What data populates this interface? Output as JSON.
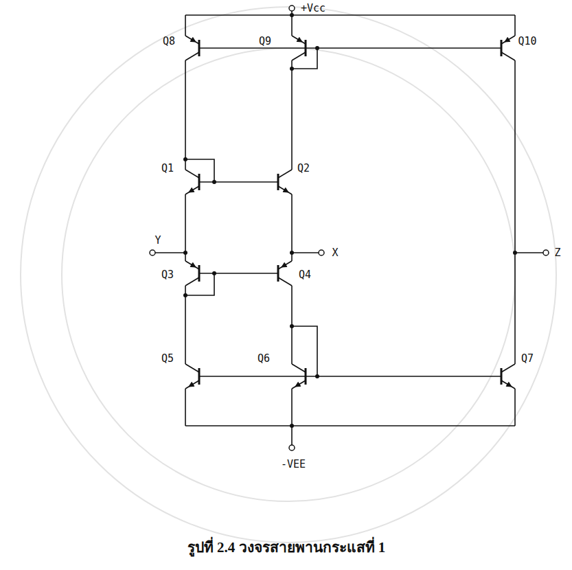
{
  "diagram": {
    "caption": "รูปที่ 2.4 วงจรสายพานกระแสที่ 1",
    "labels": [
      "+Vcc",
      "Q8",
      "Q9",
      "Q10",
      "Q1",
      "Q2",
      "Y",
      "X",
      "Z",
      "Q3",
      "Q4",
      "Q5",
      "Q6",
      "Q7",
      "-VEE"
    ]
  }
}
